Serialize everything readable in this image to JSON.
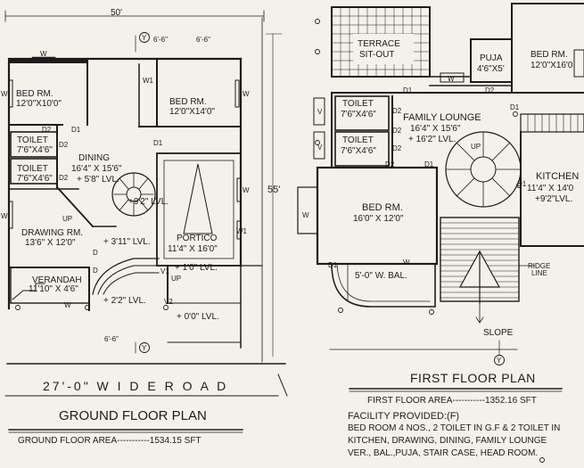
{
  "top_dimension": "50'",
  "side_dimension": "55'",
  "small_dims": {
    "gf_top_a": "6'-6\"",
    "gf_top_b": "6'-6\"",
    "gf_bottom": "6'-6\""
  },
  "ground_floor": {
    "title": "GROUND FLOOR PLAN",
    "area_text": "GROUND FLOOR AREA-----------1534.15 SFT",
    "road_text": "27'-0\" W I D E  R O A D",
    "rooms": {
      "bed1_name": "BED RM.",
      "bed1_size": "12'0\"X10'0\"",
      "bed2_name": "BED RM.",
      "bed2_size": "12'0\"X14'0\"",
      "toilet1_name": "TOILET",
      "toilet1_size": "7'6\"X4'6\"",
      "toilet2_name": "TOILET",
      "toilet2_size": "7'6\"X4'6\"",
      "dining_name": "DINING",
      "dining_size": "16'4\" X 15'6\"",
      "dining_lvl": "+ 5'8\" LVL.",
      "drawing_name": "DRAWING RM.",
      "drawing_size": "13'6\" X 12'0\"",
      "portico_name": "PORTICO",
      "portico_size": "11'4\" X 16'0\"",
      "verandah_name": "VERANDAH",
      "verandah_size": "11'10\" X 4'6\""
    },
    "levels": {
      "l_92": "+9'2\" LVL.",
      "l_311": "+ 3'11\" LVL.",
      "l_10": "+ 1'0\" LVL.",
      "l_22": "+ 2'2\" LVL.",
      "l_00": "+ 0'0\" LVL."
    },
    "tags": {
      "w_top": "W",
      "w1": "W1",
      "w_left": "W",
      "d2a": "D2",
      "d2b": "D2",
      "d2c": "D2",
      "d1a": "D1",
      "d1b": "D1",
      "w_r1": "W",
      "w_r2": "W",
      "w1b": "W1",
      "w_left2": "W",
      "up1": "UP",
      "up2": "UP",
      "d_a": "D",
      "d_b": "D",
      "v1": "V1",
      "v2": "V2",
      "w_bot": "W"
    },
    "grid_marker": "Y"
  },
  "first_floor": {
    "title": "FIRST FLOOR PLAN",
    "area_text": "FIRST FLOOR AREA-----------1352.16 SFT",
    "rooms": {
      "terrace_name": "TERRACE",
      "terrace_sub": "SIT-OUT",
      "puja_name": "PUJA",
      "puja_size": "4'6\"X5'",
      "bed_tr_name": "BED RM.",
      "bed_tr_size": "12'0\"X16'0",
      "toilet1_name": "TOILET",
      "toilet1_size": "7'6\"X4'6\"",
      "toilet2_name": "TOILET",
      "toilet2_size": "7'6\"X4'6\"",
      "lounge_name": "FAMILY LOUNGE",
      "lounge_size": "16'4\" X 15'6\"",
      "lounge_lvl": "+ 16'2\" LVL.",
      "kitchen_name": "KITCHEN",
      "kitchen_size": "11'4\" X 14'0",
      "kitchen_lvl": "+9'2\"LVL.",
      "bed_name": "BED RM.",
      "bed_size": "16'0\" X 12'0\"",
      "balcony": "5'-0\" W. BAL.",
      "slope": "SLOPE",
      "ridge": "RIDGE",
      "ridge2": "LINE"
    },
    "tags": {
      "d1a": "D1",
      "w_a": "W",
      "d2_puja": "D2",
      "d1b": "D1",
      "v1": "V",
      "d2a": "D2",
      "d2b": "D2",
      "v2": "V",
      "d2c": "D2",
      "d2d": "D2",
      "up": "UP",
      "w_bed": "W",
      "d1c": "D1",
      "d1d": "D1",
      "d1e": "D1",
      "w_bot": "W"
    },
    "grid_marker": "Y"
  },
  "facility": {
    "heading": "FACILITY PROVIDED:(F)",
    "line1": "BED ROOM 4 NOS., 2 TOILET IN G.F & 2 TOILET IN",
    "line2": "KITCHEN, DRAWING, DINING, FAMILY LOUNGE",
    "line3": "VER., BAL.,PUJA, STAIR CASE, HEAD ROOM."
  }
}
